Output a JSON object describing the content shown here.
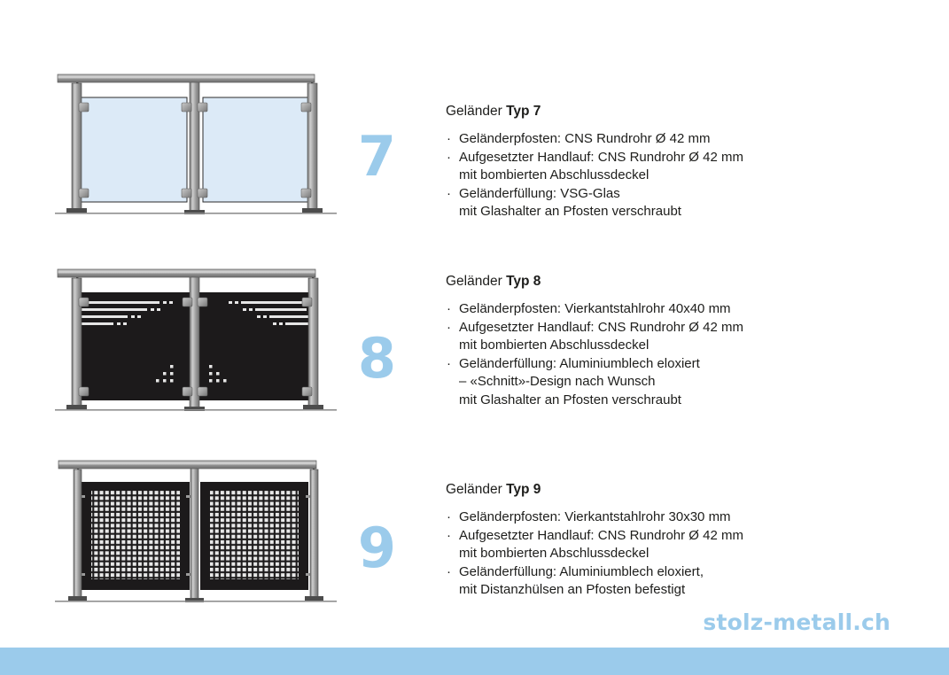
{
  "page": {
    "accent_color": "#9bcbeb",
    "text_color": "#1d1d1b",
    "background": "#ffffff"
  },
  "sections": [
    {
      "numeral": "7",
      "title_prefix": "Geländer ",
      "title_strong": "Typ 7",
      "bullets": [
        {
          "main": "Geländerpfosten: CNS Rundrohr Ø 42 mm",
          "sub1": "",
          "sub2": ""
        },
        {
          "main": "Aufgesetzter Handlauf: CNS Rundrohr Ø 42 mm",
          "sub1": "mit bombierten Abschlussdeckel",
          "sub2": ""
        },
        {
          "main": "Geländerfüllung: VSG-Glas",
          "sub1": "mit Glashalter an Pfosten verschraubt",
          "sub2": ""
        }
      ],
      "illustration": {
        "name": "railing-type-7-glass",
        "fill_type": "glass",
        "fill_color": "#dceaf7",
        "post_type": "CNS Rundrohr Ø 42 mm",
        "panels": 2
      }
    },
    {
      "numeral": "8",
      "title_prefix": "Geländer ",
      "title_strong": "Typ 8",
      "bullets": [
        {
          "main": "Geländerpfosten: Vierkantstahlrohr 40x40 mm",
          "sub1": "",
          "sub2": ""
        },
        {
          "main": "Aufgesetzter Handlauf: CNS Rundrohr Ø 42 mm",
          "sub1": "mit bombierten Abschlussdeckel",
          "sub2": ""
        },
        {
          "main": "Geländerfüllung: Aluminiumblech eloxiert",
          "sub1": "– «Schnitt»-Design nach Wunsch",
          "sub2": "mit Glashalter an Pfosten verschraubt"
        }
      ],
      "illustration": {
        "name": "railing-type-8-sheet-schnitt",
        "fill_type": "aluminium-sheet-schnitt",
        "fill_color": "#1a1a1a",
        "post_type": "Vierkantstahlrohr 40x40 mm",
        "panels": 2
      }
    },
    {
      "numeral": "9",
      "title_prefix": "Geländer ",
      "title_strong": "Typ 9",
      "bullets": [
        {
          "main": "Geländerpfosten: Vierkantstahlrohr 30x30 mm",
          "sub1": "",
          "sub2": ""
        },
        {
          "main": "Aufgesetzter Handlauf: CNS Rundrohr Ø 42 mm",
          "sub1": "mit bombierten Abschlussdeckel",
          "sub2": ""
        },
        {
          "main": "Geländerfüllung: Aluminiumblech eloxiert,",
          "sub1": "mit Distanzhülsen an Pfosten befestigt",
          "sub2": ""
        }
      ],
      "illustration": {
        "name": "railing-type-9-perforated",
        "fill_type": "aluminium-sheet-perforated",
        "fill_color": "#1a1a1a",
        "post_type": "Vierkantstahlrohr 30x30 mm",
        "panels": 2
      }
    }
  ],
  "bullet_char": "·",
  "brand": "stolz-metall.ch"
}
